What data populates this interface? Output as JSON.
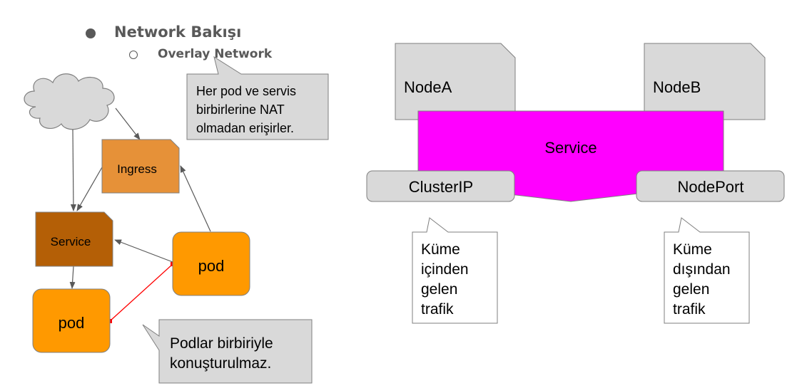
{
  "outline": {
    "level1": "Network Bakışı",
    "level2": "Overlay Network"
  },
  "left_diagram": {
    "ingress": "Ingress",
    "service": "Service",
    "pod_right": "pod",
    "pod_left": "pod",
    "callout_top": [
      "Her pod ve servis",
      "birbirlerine NAT",
      "olmadan erişirler."
    ],
    "callout_bottom": [
      "Podlar birbiriyle",
      "konuşturulmaz."
    ]
  },
  "right_diagram": {
    "node_a": "NodeA",
    "node_b": "NodeB",
    "service": "Service",
    "cluster_ip": "ClusterIP",
    "node_port": "NodePort",
    "callout_left": [
      "Küme",
      "içinden",
      "gelen",
      "trafik"
    ],
    "callout_right": [
      "Küme",
      "dışından",
      "gelen",
      "trafik"
    ]
  },
  "colors": {
    "heading": "#595959",
    "ingress_fill": "#e69138",
    "service_fill": "#b45f06",
    "pod_fill": "#ff9900",
    "callout_fill": "#d9d9d9",
    "service_magenta": "#ff00ff",
    "blocked_link": "#ff0000"
  }
}
